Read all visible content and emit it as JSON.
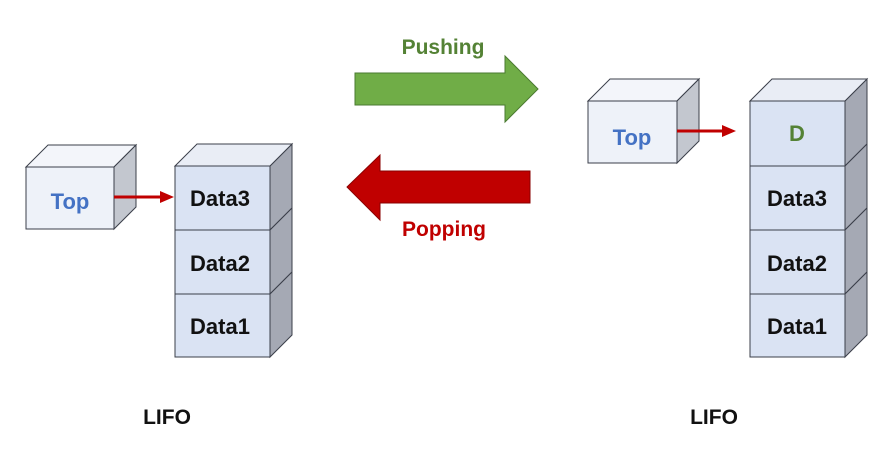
{
  "left": {
    "pointer_label": "Top",
    "cells": [
      "Data3",
      "Data2",
      "Data1"
    ],
    "caption": "LIFO"
  },
  "right": {
    "pointer_label": "Top",
    "cells": [
      "D",
      "Data3",
      "Data2",
      "Data1"
    ],
    "caption": "LIFO"
  },
  "push": {
    "label": "Pushing"
  },
  "pop": {
    "label": "Popping"
  },
  "colors": {
    "top_text": "#4472c4",
    "new_item_text": "#548235",
    "push_label": "#548235",
    "push_arrow": "#70ad47",
    "pop_label": "#c00000",
    "pop_arrow": "#c00000",
    "pointer_arrow": "#c00000",
    "cell_face": "#dae3f3",
    "cell_top": "#e9edf5",
    "cell_side": "#a5a9b4",
    "box_face": "#eef2f9",
    "box_top": "#f3f5fa",
    "box_side": "#c3c7cf",
    "stroke": "#3b3f4a"
  }
}
